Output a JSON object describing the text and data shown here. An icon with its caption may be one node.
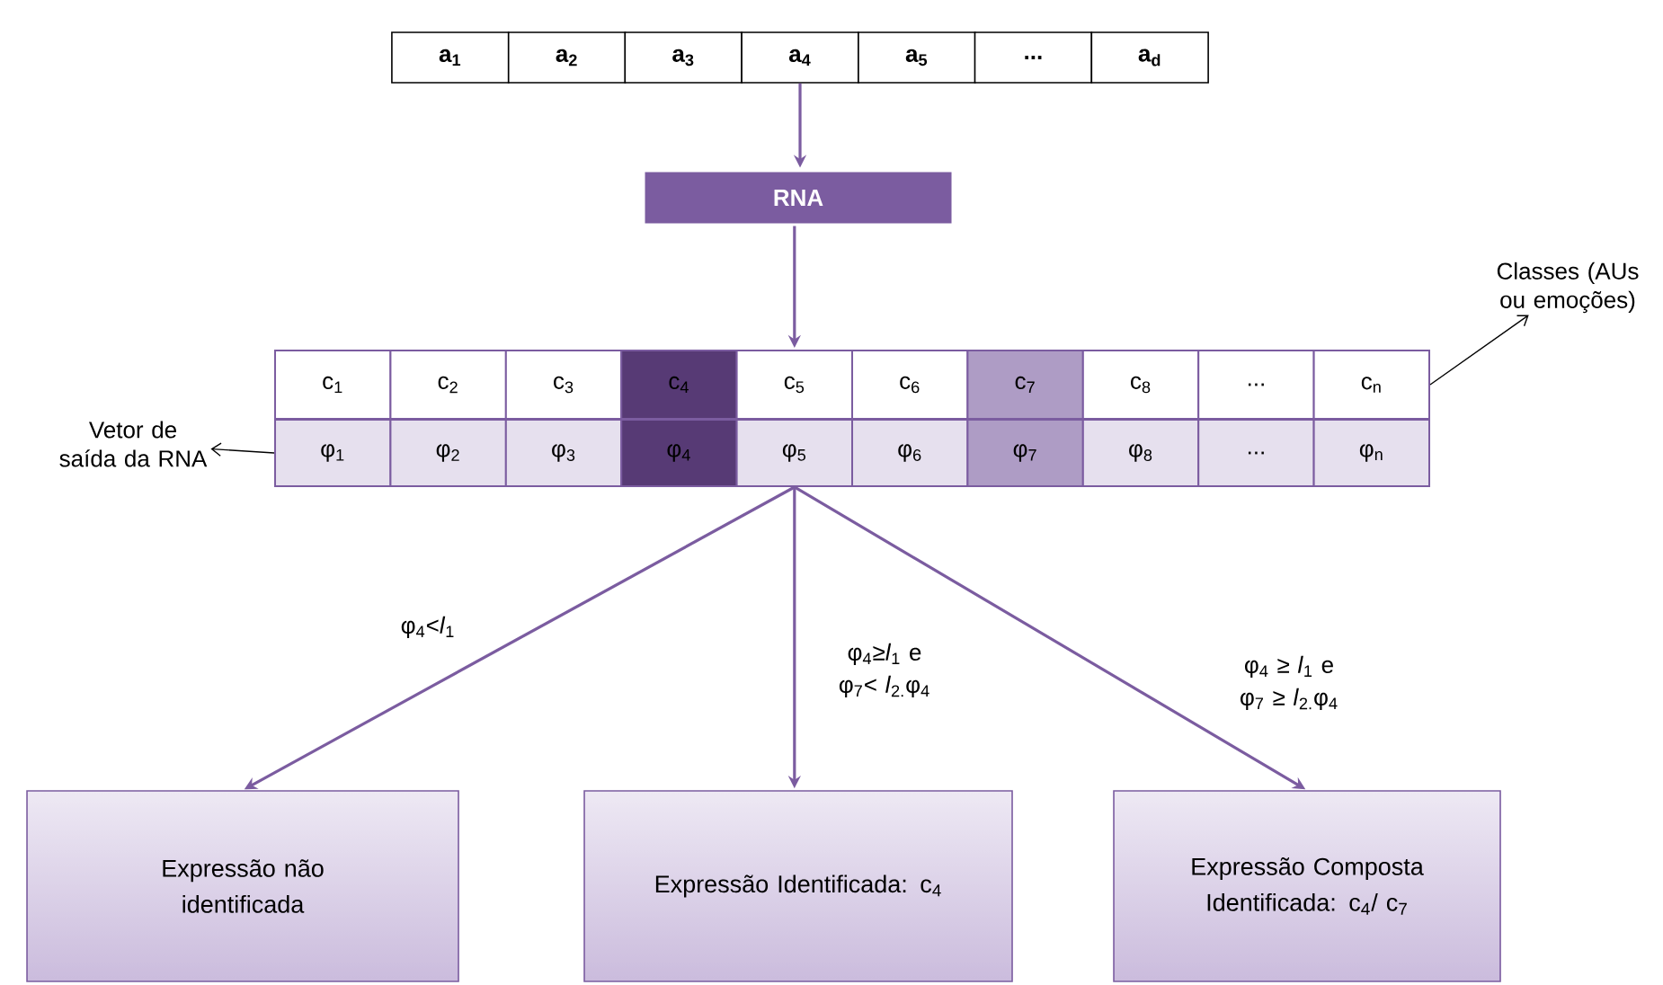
{
  "diagram": {
    "nodes": [
      {
        "text": [
          "a$_{1}$"
        ]
      },
      {
        "text": [
          "a$_{2}$"
        ]
      },
      {
        "text": [
          "a$_{3}$"
        ]
      },
      {
        "text": [
          "a$_{4}$"
        ]
      },
      {
        "text": [
          "a$_{5}$"
        ]
      },
      {
        "text": [
          "..."
        ]
      },
      {
        "text": [
          "a$_{d}$"
        ]
      },
      {
        "text": [
          "RNA"
        ]
      },
      {
        "text": [
          "c$_{1}$"
        ]
      },
      {
        "text": [
          "c$_{2}$"
        ]
      },
      {
        "text": [
          "c$_{3}$"
        ]
      },
      {
        "text": [
          "c$_{4}$"
        ]
      },
      {
        "text": [
          "c$_{5}$"
        ]
      },
      {
        "text": [
          "c$_{6}$"
        ]
      },
      {
        "text": [
          "c$_{7}$"
        ]
      },
      {
        "text": [
          "c$_{8}$"
        ]
      },
      {
        "text": [
          "..."
        ]
      },
      {
        "text": [
          "c$_{n}$"
        ]
      },
      {
        "text": [
          "φ$_{1}$"
        ]
      },
      {
        "text": [
          "φ$_{2}$"
        ]
      },
      {
        "text": [
          "φ$_{3}$"
        ]
      },
      {
        "text": [
          "φ$_{4}$"
        ]
      },
      {
        "text": [
          "φ$_{5}$"
        ]
      },
      {
        "text": [
          "φ$_{6}$"
        ]
      },
      {
        "text": [
          "φ$_{7}$"
        ]
      },
      {
        "text": [
          "φ$_{8}$"
        ]
      },
      {
        "text": [
          "..."
        ]
      },
      {
        "text": [
          "φ$_{n}$"
        ]
      },
      {
        "text": [
          "Vetor de saída da RNA"
        ]
      },
      {
        "text": [
          "Classes (AUs ou emoções)"
        ]
      },
      {
        "text": [
          "Expressão não identificada"
        ]
      },
      {
        "text": [
          "Expressão Identificada: c$_{4}$"
        ]
      },
      {
        "text": [
          "Expressão Composta Identificada: c$_{4}$/ c$_{7}$"
        ]
      }
    ],
    "edges": [
      {
        "from": 3,
        "to": 7,
        "arrow": "to"
      },
      {
        "from": 7,
        "to": 12,
        "arrow": "to"
      },
      {
        "from": 18,
        "to": 28,
        "arrow": "to",
        "color": "#000000"
      },
      {
        "from": 17,
        "to": 29,
        "arrow": "to",
        "color": "#000000"
      },
      {
        "from": 22,
        "to": 30,
        "arrow": "to",
        "label": "φ$_{4}$<*l*$_{1}$"
      },
      {
        "from": 22,
        "to": 31,
        "arrow": "to",
        "label": "φ$_{4}$≥*l*$_{1}$ e φ$_{7}$< *l*$_{2.}$φ$_{4}$"
      },
      {
        "from": 22,
        "to": 32,
        "arrow": "to",
        "label": "φ$_{4}$ ≥ *l*$_{1}$ e φ$_{7}$ ≥ *l*$_{2.}$φ$_{4}$"
      }
    ]
  }
}
